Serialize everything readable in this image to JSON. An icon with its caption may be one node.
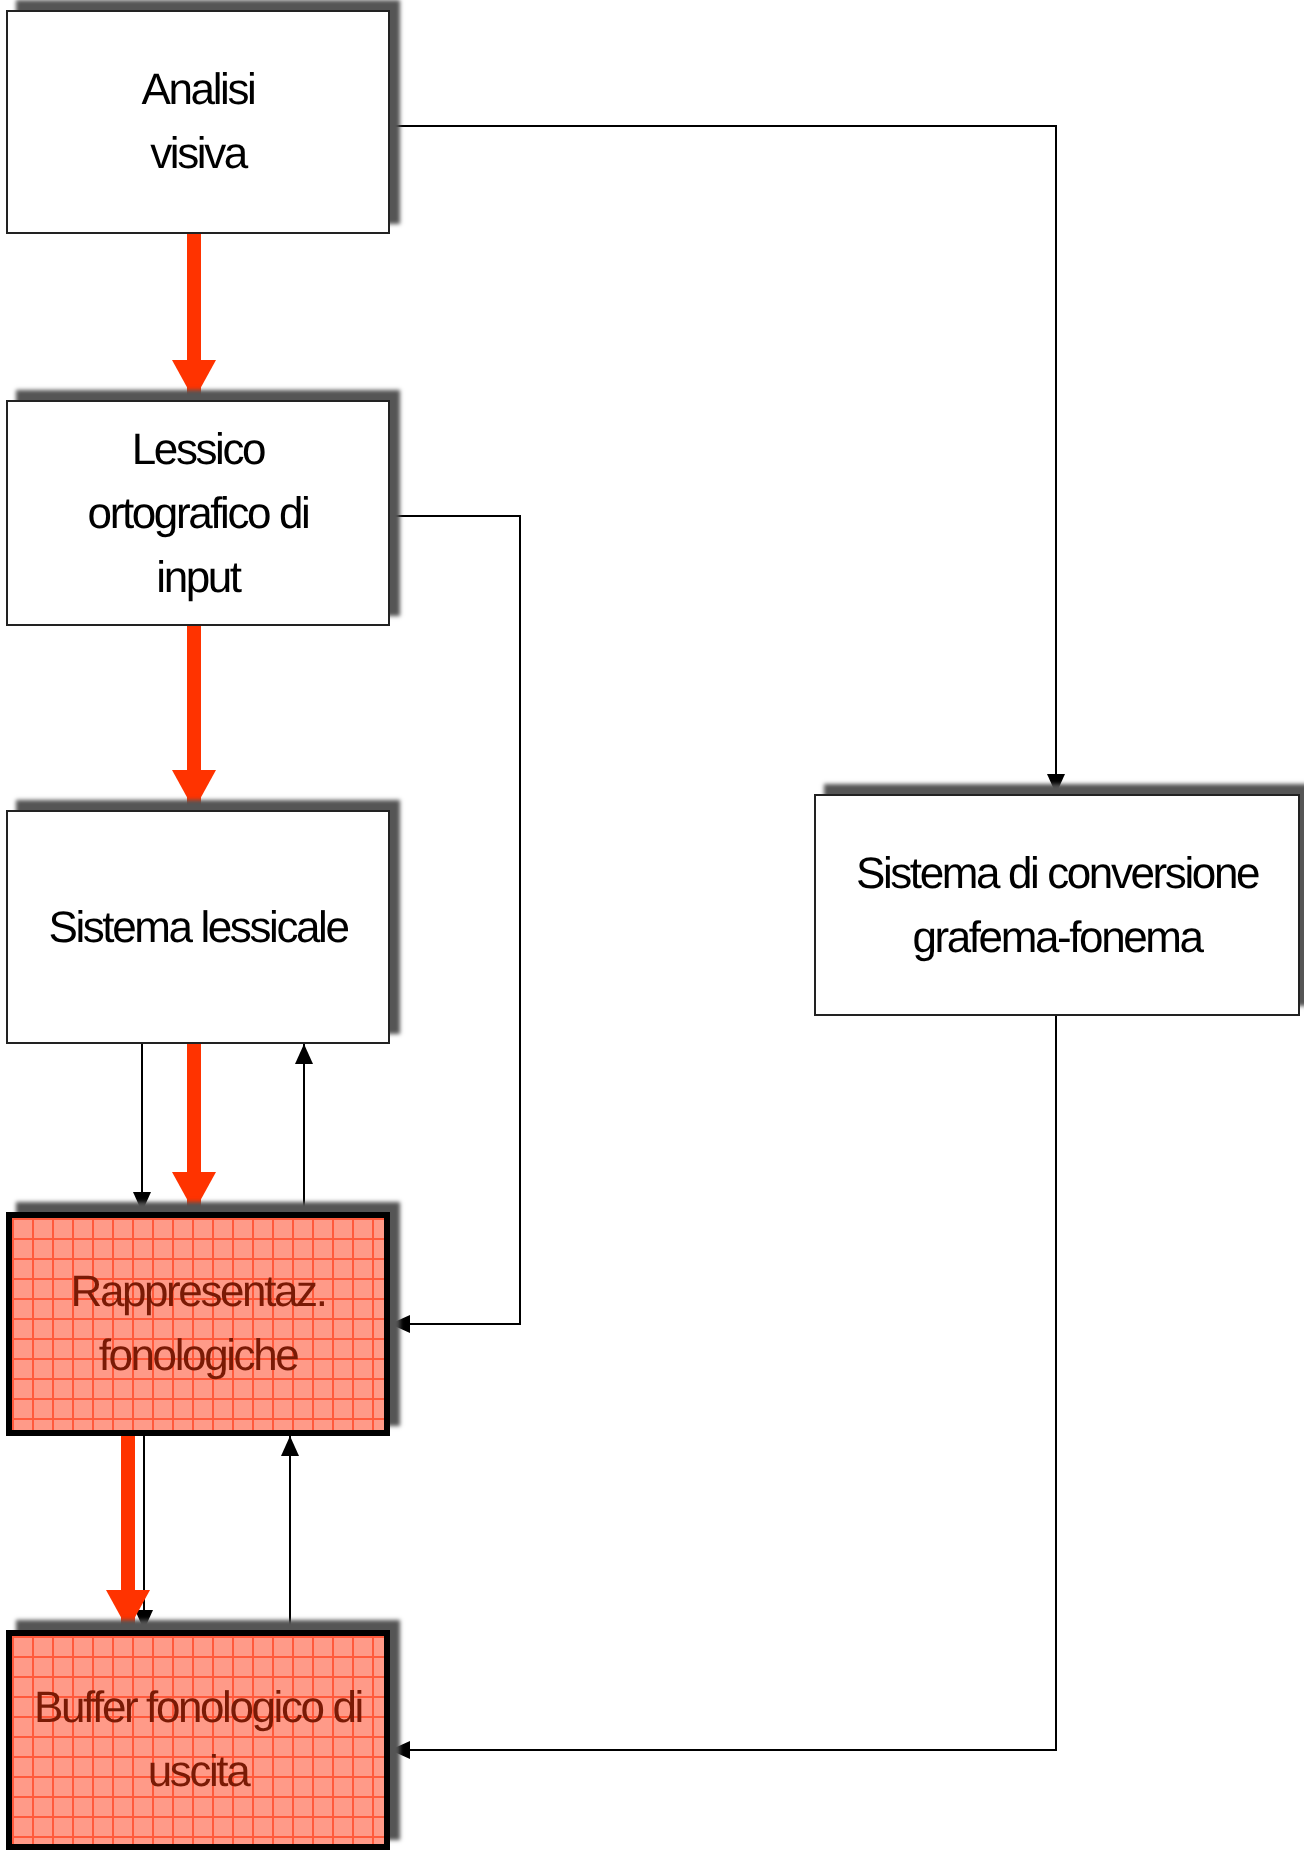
{
  "diagram": {
    "nodes": [
      {
        "text": [
          "Analisi visiva"
        ]
      },
      {
        "text": [
          "Lessico ortografico di input"
        ]
      },
      {
        "text": [
          "Sistema lessicale"
        ]
      },
      {
        "text": [
          "Rappresentaz. fonologiche"
        ]
      },
      {
        "text": [
          "Buffer fonologico di uscita"
        ]
      },
      {
        "text": [
          "Sistema di conversione grafema-fonema"
        ]
      }
    ],
    "edges": [
      {
        "from": 0,
        "to": 1,
        "arrow": "to",
        "style": "thick",
        "color": "#ff3300"
      },
      {
        "from": 1,
        "to": 2,
        "arrow": "to",
        "style": "thick",
        "color": "#ff3300"
      },
      {
        "from": 2,
        "to": 3,
        "arrow": "to",
        "style": "thick",
        "color": "#ff3300"
      },
      {
        "from": 3,
        "to": 4,
        "arrow": "to",
        "style": "thick",
        "color": "#ff3300"
      },
      {
        "from": 0,
        "to": 5,
        "arrow": "to"
      },
      {
        "from": 1,
        "to": 3,
        "arrow": "to"
      },
      {
        "from": 2,
        "to": 3,
        "arrow": "to"
      },
      {
        "from": 3,
        "to": 2,
        "arrow": "to"
      },
      {
        "from": 3,
        "to": 4,
        "arrow": "to"
      },
      {
        "from": 4,
        "to": 3,
        "arrow": "to"
      },
      {
        "from": 5,
        "to": 4,
        "arrow": "to"
      }
    ]
  }
}
